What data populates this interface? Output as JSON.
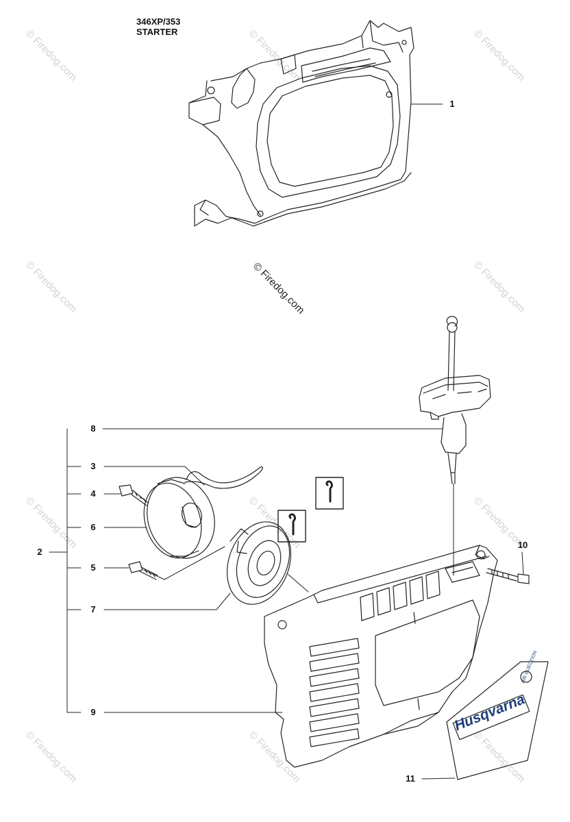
{
  "header": {
    "model": "346XP/353",
    "section": "STARTER"
  },
  "watermark": {
    "main": "© Firedog.com",
    "tile": "© Firedog.com"
  },
  "callouts": [
    "1",
    "2",
    "3",
    "4",
    "5",
    "6",
    "7",
    "8",
    "9",
    "10",
    "11"
  ],
  "decal": {
    "brand": "Husqvarna",
    "tag": "AIR INJECTION"
  },
  "info_icon": "wrench-info-icon"
}
